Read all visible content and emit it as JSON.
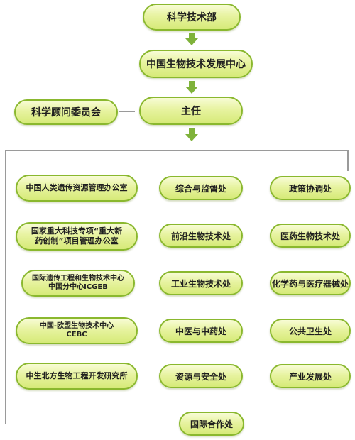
{
  "top": {
    "ministry": "科学技术部",
    "center": "中国生物技术发展中心",
    "advisory": "科学顾问委员会",
    "director": "主任"
  },
  "left_offices": [
    "中国人类遗传资源管理办公室",
    "国家重大科技专项“重大新\n药创制”项目管理办公室",
    "国际遗传工程和生物技术中心\n中国分中心ICGEB",
    "中国-欧盟生物技术中心\nCEBC",
    "中生北方生物工程开发研究所"
  ],
  "middle_divisions": [
    "综合与监督处",
    "前沿生物技术处",
    "工业生物技术处",
    "中医与中药处",
    "资源与安全处",
    "国际合作处"
  ],
  "right_divisions": [
    "政策协调处",
    "医药生物技术处",
    "化学药与医疗器械处",
    "公共卫生处",
    "产业发展处"
  ],
  "colors": {
    "node_border": "#8ab82e",
    "node_fill": "#e7f3a0",
    "arrow": "#7fb23a",
    "connector": "#9a9a9a"
  }
}
